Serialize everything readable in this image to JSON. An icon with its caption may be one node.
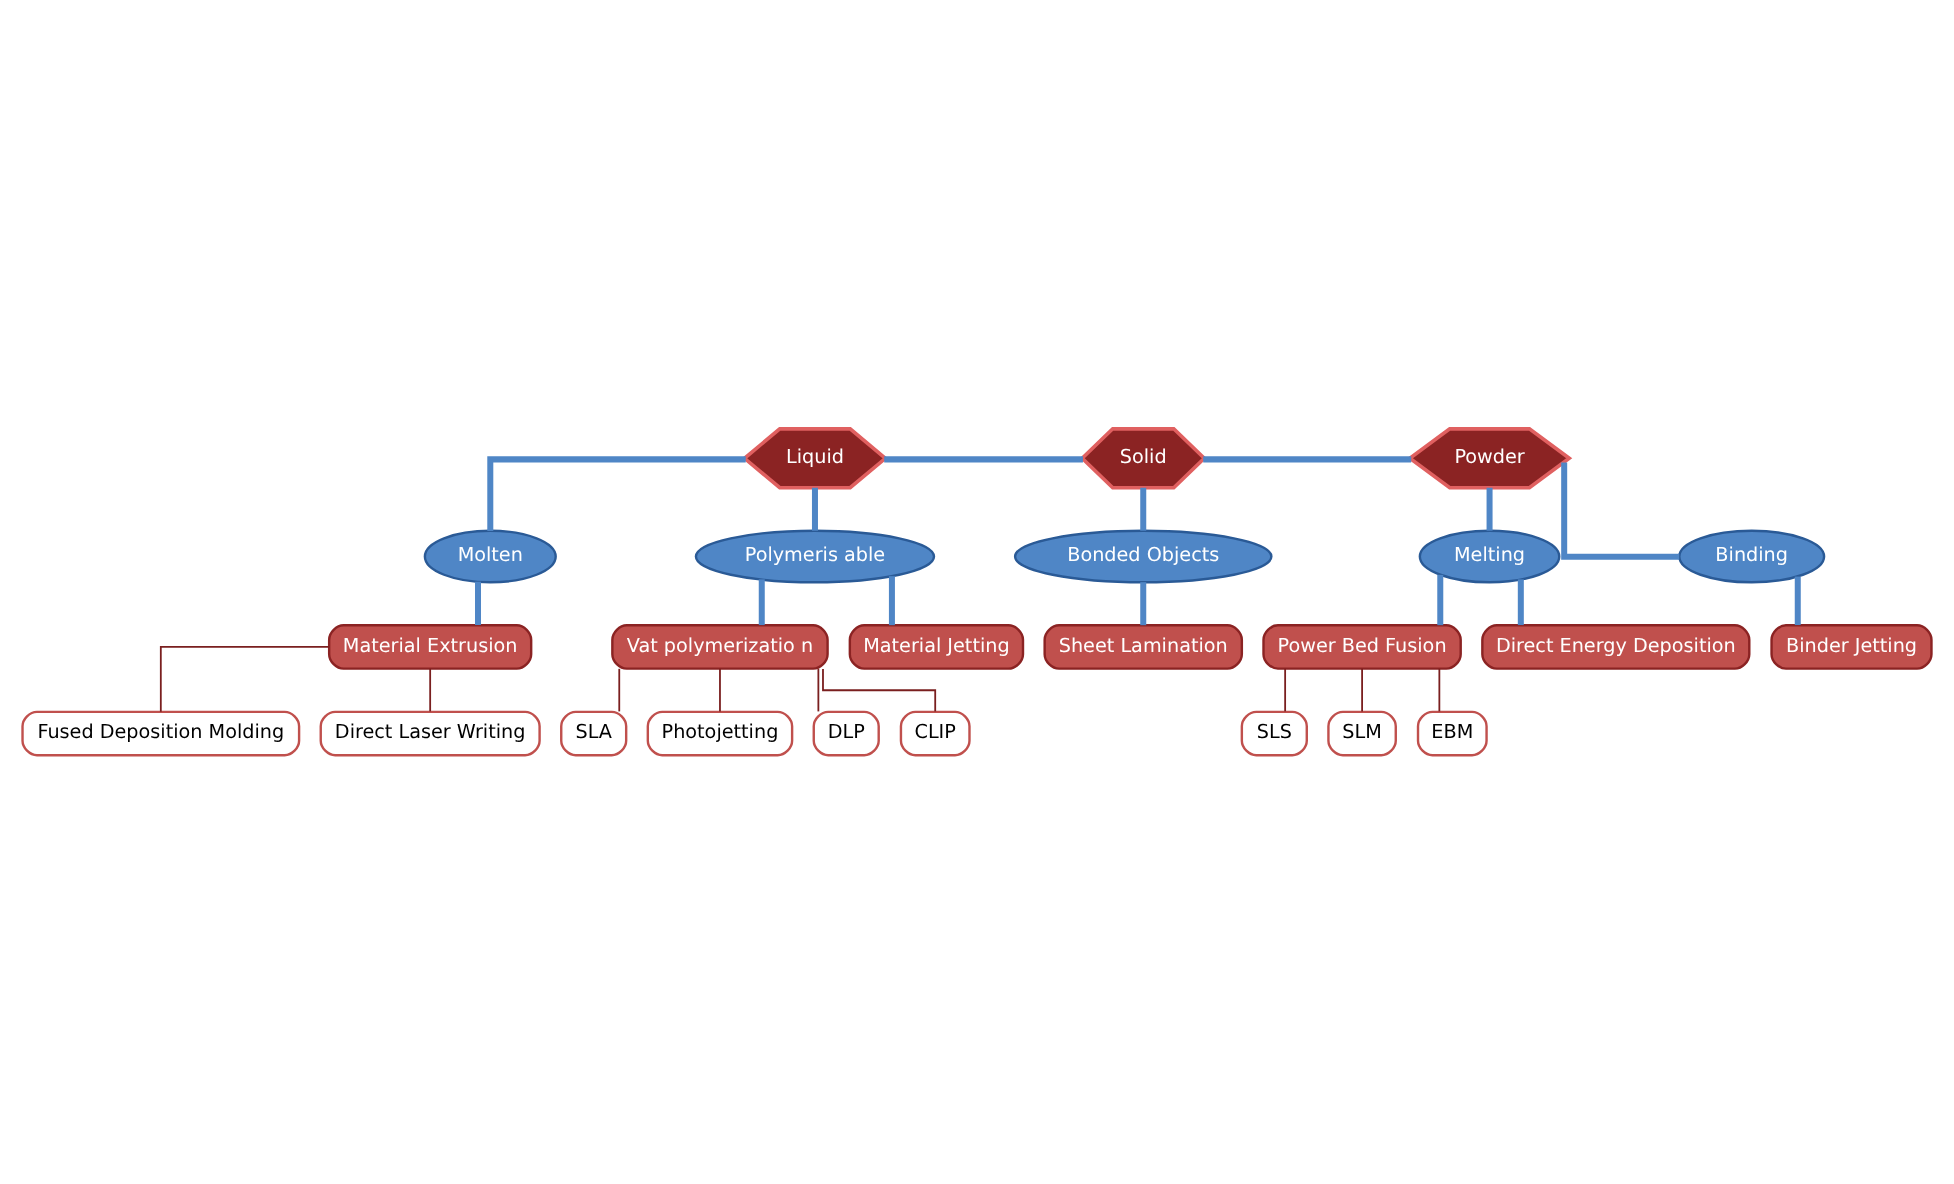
{
  "diagram": {
    "nodes": [
      {
        "text": [
          "Liquid"
        ]
      },
      {
        "text": [
          "Solid"
        ]
      },
      {
        "text": [
          "Powder"
        ]
      },
      {
        "text": [
          "Molten"
        ]
      },
      {
        "text": [
          "Polymeris able"
        ]
      },
      {
        "text": [
          "Bonded Objects"
        ]
      },
      {
        "text": [
          "Melting"
        ]
      },
      {
        "text": [
          "Binding"
        ]
      },
      {
        "text": [
          "Material Extrusion"
        ]
      },
      {
        "text": [
          "Vat polymerizatio n"
        ]
      },
      {
        "text": [
          "Material Jetting"
        ]
      },
      {
        "text": [
          "Sheet Lamination"
        ]
      },
      {
        "text": [
          "Power Bed Fusion"
        ]
      },
      {
        "text": [
          "Direct Energy Deposition"
        ]
      },
      {
        "text": [
          "Binder Jetting"
        ]
      },
      {
        "text": [
          "Fused Deposition Molding"
        ]
      },
      {
        "text": [
          "Direct Laser Writing"
        ]
      },
      {
        "text": [
          "SLA"
        ]
      },
      {
        "text": [
          "Photojetting"
        ]
      },
      {
        "text": [
          "DLP"
        ]
      },
      {
        "text": [
          "CLIP"
        ]
      },
      {
        "text": [
          "SLS"
        ]
      },
      {
        "text": [
          "SLM"
        ]
      },
      {
        "text": [
          "EBM"
        ]
      }
    ],
    "edges": [
      {
        "from": 0,
        "to": 1,
        "arrow": "none"
      },
      {
        "from": 1,
        "to": 2,
        "arrow": "none"
      },
      {
        "from": 0,
        "to": 3,
        "arrow": "none"
      },
      {
        "from": 0,
        "to": 4,
        "arrow": "none"
      },
      {
        "from": 1,
        "to": 5,
        "arrow": "none"
      },
      {
        "from": 2,
        "to": 6,
        "arrow": "none"
      },
      {
        "from": 2,
        "to": 7,
        "arrow": "none"
      },
      {
        "from": 3,
        "to": 8,
        "arrow": "none"
      },
      {
        "from": 4,
        "to": 9,
        "arrow": "none"
      },
      {
        "from": 4,
        "to": 10,
        "arrow": "none"
      },
      {
        "from": 5,
        "to": 11,
        "arrow": "none"
      },
      {
        "from": 6,
        "to": 12,
        "arrow": "none"
      },
      {
        "from": 6,
        "to": 13,
        "arrow": "none"
      },
      {
        "from": 7,
        "to": 14,
        "arrow": "none"
      },
      {
        "from": 8,
        "to": 15,
        "arrow": "none",
        "color": "#7a1f1f"
      },
      {
        "from": 8,
        "to": 16,
        "arrow": "none",
        "color": "#7a1f1f"
      },
      {
        "from": 9,
        "to": 17,
        "arrow": "none",
        "color": "#7a1f1f"
      },
      {
        "from": 9,
        "to": 18,
        "arrow": "none",
        "color": "#7a1f1f"
      },
      {
        "from": 9,
        "to": 19,
        "arrow": "none",
        "color": "#7a1f1f"
      },
      {
        "from": 9,
        "to": 20,
        "arrow": "none",
        "color": "#7a1f1f"
      },
      {
        "from": 12,
        "to": 21,
        "arrow": "none",
        "color": "#7a1f1f"
      },
      {
        "from": 12,
        "to": 22,
        "arrow": "none",
        "color": "#7a1f1f"
      },
      {
        "from": 12,
        "to": 23,
        "arrow": "none",
        "color": "#7a1f1f"
      }
    ]
  }
}
